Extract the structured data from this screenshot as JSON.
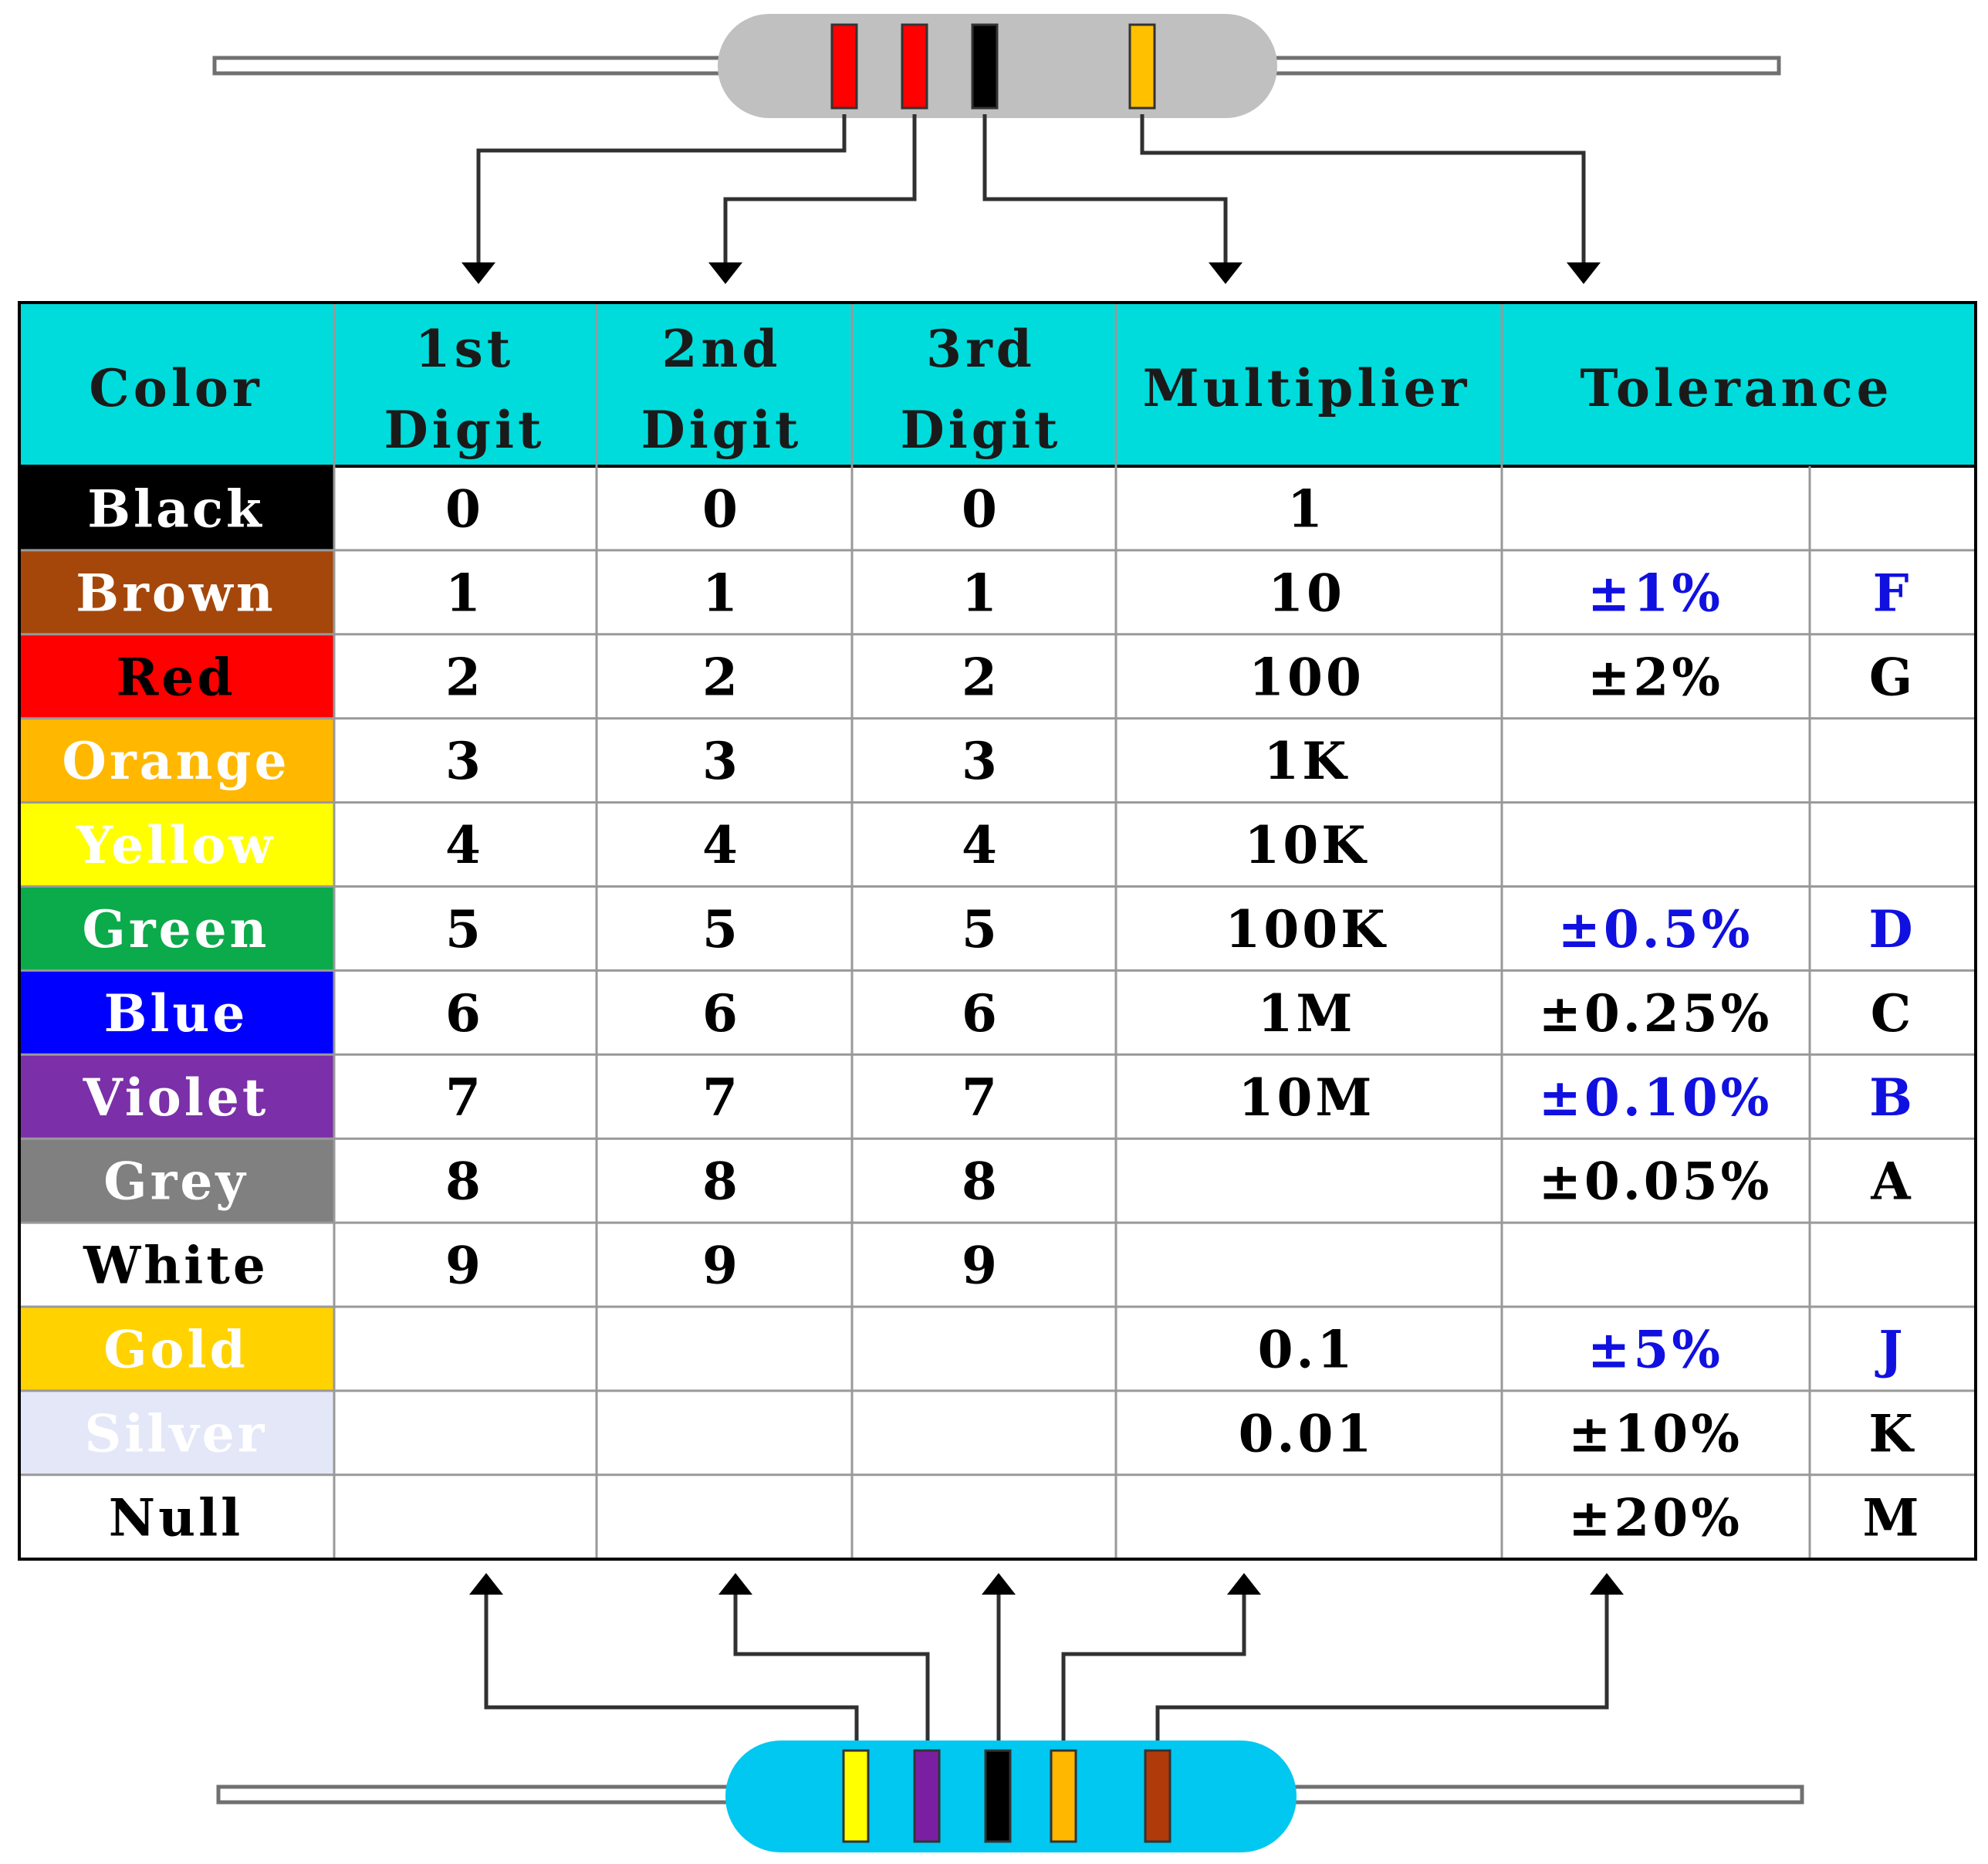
{
  "headers": {
    "color": "Color",
    "digit1": [
      "1st",
      "Digit"
    ],
    "digit2": [
      "2nd",
      "Digit"
    ],
    "digit3": [
      "3rd",
      "Digit"
    ],
    "multiplier": "Multiplier",
    "tolerance": "Tolerance"
  },
  "colors": {
    "header_bg": "#00DCDC",
    "grid": "#999999",
    "highlight_text": "#1010E0",
    "normal_text": "#000000",
    "top_resistor_body": "#C0C0C0",
    "bottom_resistor_body": "#00C8F0"
  },
  "rows": [
    {
      "name": "Black",
      "bg": "#000000",
      "fg": "#FFFFFF",
      "d1": "0",
      "d2": "0",
      "d3": "0",
      "mult": "1",
      "tol": "",
      "code": "",
      "highlight": false
    },
    {
      "name": "Brown",
      "bg": "#A5470A",
      "fg": "#FFFFFF",
      "d1": "1",
      "d2": "1",
      "d3": "1",
      "mult": "10",
      "tol": "±1%",
      "code": "F",
      "highlight": true
    },
    {
      "name": "Red",
      "bg": "#FF0000",
      "fg": "#000000",
      "d1": "2",
      "d2": "2",
      "d3": "2",
      "mult": "100",
      "tol": "±2%",
      "code": "G",
      "highlight": false
    },
    {
      "name": "Orange",
      "bg": "#FFB700",
      "fg": "#FFFFFF",
      "d1": "3",
      "d2": "3",
      "d3": "3",
      "mult": "1K",
      "tol": "",
      "code": "",
      "highlight": false
    },
    {
      "name": "Yellow",
      "bg": "#FFFF00",
      "fg": "#FFFFFF",
      "d1": "4",
      "d2": "4",
      "d3": "4",
      "mult": "10K",
      "tol": "",
      "code": "",
      "highlight": false
    },
    {
      "name": "Green",
      "bg": "#0BAA4A",
      "fg": "#FFFFFF",
      "d1": "5",
      "d2": "5",
      "d3": "5",
      "mult": "100K",
      "tol": "±0.5%",
      "code": "D",
      "highlight": true
    },
    {
      "name": "Blue",
      "bg": "#0000FF",
      "fg": "#FFFFFF",
      "d1": "6",
      "d2": "6",
      "d3": "6",
      "mult": "1M",
      "tol": "±0.25%",
      "code": "C",
      "highlight": false
    },
    {
      "name": "Violet",
      "bg": "#7B2FA8",
      "fg": "#FFFFFF",
      "d1": "7",
      "d2": "7",
      "d3": "7",
      "mult": "10M",
      "tol": "±0.10%",
      "code": "B",
      "highlight": true
    },
    {
      "name": "Grey",
      "bg": "#808080",
      "fg": "#FFFFFF",
      "d1": "8",
      "d2": "8",
      "d3": "8",
      "mult": "",
      "tol": "±0.05%",
      "code": "A",
      "highlight": false
    },
    {
      "name": "White",
      "bg": "#FFFFFF",
      "fg": "#000000",
      "d1": "9",
      "d2": "9",
      "d3": "9",
      "mult": "",
      "tol": "",
      "code": "",
      "highlight": false
    },
    {
      "name": "Gold",
      "bg": "#FFD200",
      "fg": "#FFFFFF",
      "d1": "",
      "d2": "",
      "d3": "",
      "mult": "0.1",
      "tol": "±5%",
      "code": "J",
      "highlight": true
    },
    {
      "name": "Silver",
      "bg": "#E4E7F7",
      "fg": "#FFFFFF",
      "d1": "",
      "d2": "",
      "d3": "",
      "mult": "0.01",
      "tol": "±10%",
      "code": "K",
      "highlight": false
    },
    {
      "name": "Null",
      "bg": "#FFFFFF",
      "fg": "#000000",
      "d1": "",
      "d2": "",
      "d3": "",
      "mult": "",
      "tol": "±20%",
      "code": "M",
      "highlight": false
    }
  ],
  "top_resistor": {
    "bands": [
      "#FF0000",
      "#FF0000",
      "#000000",
      "#FFC000"
    ]
  },
  "bottom_resistor": {
    "bands": [
      "#FFFF00",
      "#7B1FA2",
      "#000000",
      "#FFB700",
      "#B03A0A"
    ]
  }
}
